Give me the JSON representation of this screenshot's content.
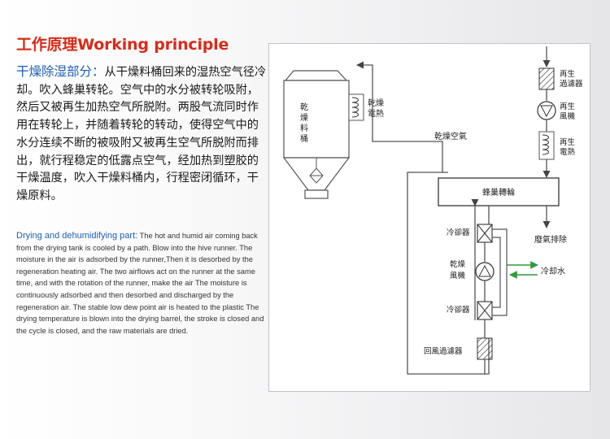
{
  "title": "工作原理Working principle",
  "cn": {
    "heading": "干燥除湿部分：",
    "body": "从干燥料桶回来的湿热空气径冷却。吹入蜂巢转轮。空气中的水分被转轮吸附，然后又被再生加热空气所脱附。两股气流同时作用在转轮上，并随着转轮的转动，使得空气中的水分连续不断的被吸附又被再生空气所脱附而排出，就行程稳定的低露点空气，经加热到塑胶的干燥温度，吹入干燥料桶内，行程密闭循环，干燥原料。"
  },
  "en": {
    "heading": "Drying and dehumidifying part:",
    "body": " The hot and humid air coming back from the drying tank is cooled by a path. Blow into the hive runner. The moisture in the air is adsorbed by the runner,Then it is desorbed by the regeneration heating air. The two airflows act on the runner at the same time, and with the rotation of the runner, make the air The moisture is continuously adsorbed and then desorbed and discharged by the regeneration air. The stable low dew point air is heated to the plastic The drying temperature is blown into the drying barrel, the stroke is closed and the cycle is closed, and the raw materials are dried."
  },
  "diagram": {
    "tank": [
      "乾",
      "燥",
      "料",
      "桶"
    ],
    "dry_heater": [
      "乾燥",
      "電熱"
    ],
    "dry_air": "乾燥空氣",
    "regen_filter": [
      "再生",
      "過濾器"
    ],
    "regen_fan": [
      "再生",
      "風機"
    ],
    "regen_heater": [
      "再生",
      "電熱"
    ],
    "honeycomb": "蜂巢轉輪",
    "exhaust": "廢氣排除",
    "cooler_top": "冷卻器",
    "dry_fan": [
      "乾燥",
      "風機"
    ],
    "cooling_water": "冷却水",
    "cooler_bottom": "冷卻器",
    "return_filter": "回風過濾器"
  },
  "colors": {
    "title": "#d92b17",
    "heading": "#1f5fb4",
    "arrow_green": "#2f9a3c",
    "line": "#555555"
  }
}
